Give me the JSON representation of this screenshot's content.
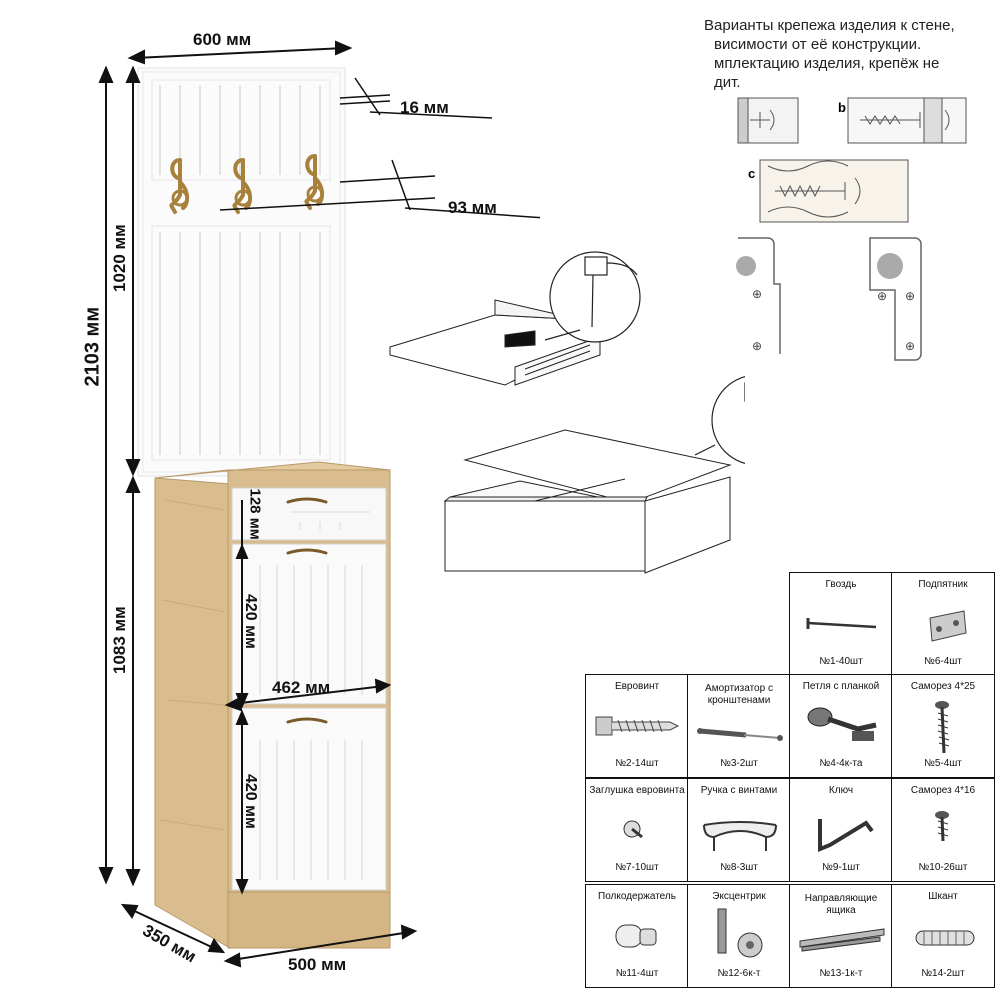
{
  "dimensions": {
    "width_top": "600 мм",
    "thickness": "16 мм",
    "hook_gap": "93 мм",
    "total_height": "2103 мм",
    "panel_height": "1020 мм",
    "cabinet_height": "1083 мм",
    "drawer_height": "128 мм",
    "door1_height": "420 мм",
    "door2_height": "420 мм",
    "inner_width": "462 мм",
    "depth": "350 мм",
    "width_bottom": "500 мм"
  },
  "mounting_note": {
    "lines": [
      "Варианты крепежа изделия к стене,",
      "висимости от её конструкции.",
      "мплектацию изделия, крепёж  не",
      "дит."
    ],
    "label_b": "b",
    "label_c": "c"
  },
  "parts": [
    {
      "name": "Гвоздь",
      "qty": "№1-40шт",
      "icon": "nail-icon"
    },
    {
      "name": "Подпятник",
      "qty": "№6-4шт",
      "icon": "foot-pad-icon"
    },
    {
      "name": "Евровинт",
      "qty": "№2-14шт",
      "icon": "euro-screw-icon"
    },
    {
      "name": "Амортизатор с кронштенами",
      "qty": "№3-2шт",
      "icon": "gas-strut-icon"
    },
    {
      "name": "Петля с планкой",
      "qty": "№4-4к-та",
      "icon": "hinge-icon"
    },
    {
      "name": "Саморез 4*25",
      "qty": "№5-4шт",
      "icon": "screw-long-icon"
    },
    {
      "name": "Заглушка евровинта",
      "qty": "№7-10шт",
      "icon": "cap-icon"
    },
    {
      "name": "Ручка с винтами",
      "qty": "№8-3шт",
      "icon": "handle-icon"
    },
    {
      "name": "Ключ",
      "qty": "№9-1шт",
      "icon": "hex-key-icon"
    },
    {
      "name": "Саморез 4*16",
      "qty": "№10-26шт",
      "icon": "screw-short-icon"
    },
    {
      "name": "Полкодержатель",
      "qty": "№11-4шт",
      "icon": "shelf-pin-icon"
    },
    {
      "name": "Эксцентрик",
      "qty": "№12-6к-т",
      "icon": "cam-lock-icon"
    },
    {
      "name": "Направляющие ящика",
      "qty": "№13-1к-т",
      "icon": "drawer-slide-icon"
    },
    {
      "name": "Шкант",
      "qty": "№14-2шт",
      "icon": "dowel-icon"
    }
  ],
  "colors": {
    "oak": "#d9bd8e",
    "oak_dark": "#c7a677",
    "white_panel": "#fbfbfb",
    "brass": "#a8823c"
  }
}
